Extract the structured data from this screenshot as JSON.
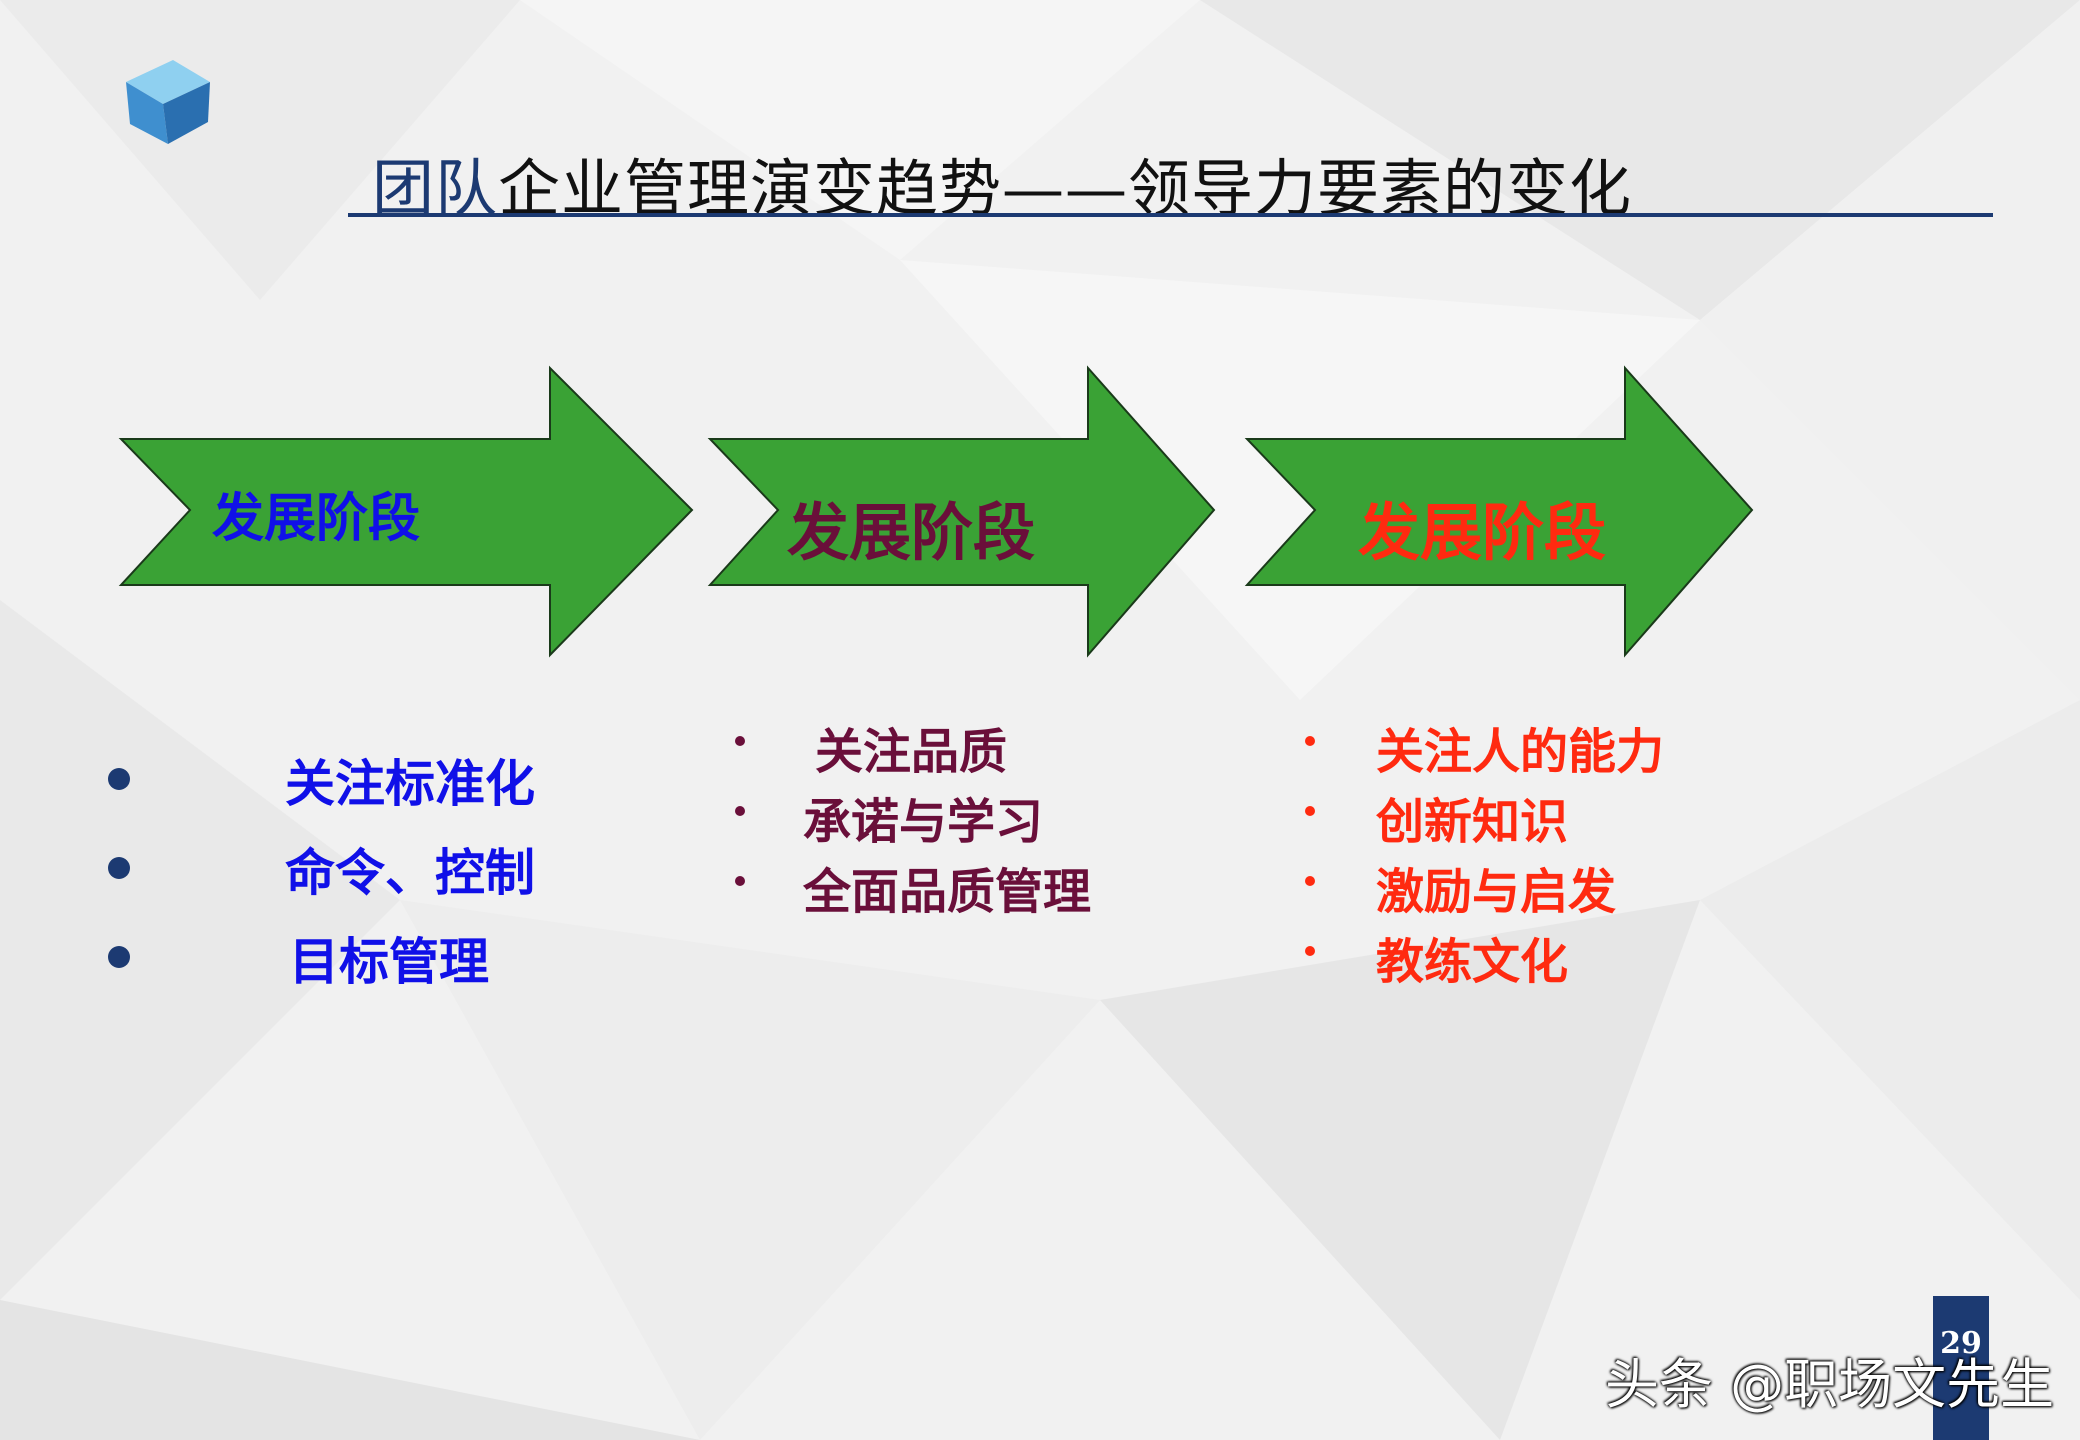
{
  "title": {
    "accent": "团队",
    "rest": "企业管理演变趋势——领导力要素的变化"
  },
  "stages": [
    {
      "label": "发展阶段",
      "color": "#1010e8"
    },
    {
      "label": "发展阶段",
      "color": "#6a0f3a"
    },
    {
      "label": "发展阶段",
      "color": "#ff2a10"
    }
  ],
  "arrow_fill": "#3aa235",
  "lists": {
    "stage1": [
      "关注标准化",
      "命令、控制",
      "目标管理"
    ],
    "stage2": [
      "关注品质",
      "承诺与学习",
      "全面品质管理"
    ],
    "stage3": [
      "关注人的能力",
      "创新知识",
      "激励与启发",
      "教练文化"
    ]
  },
  "page_number": "29",
  "watermark": "头条 @职场文先生",
  "logo_icon": "cube-icon"
}
